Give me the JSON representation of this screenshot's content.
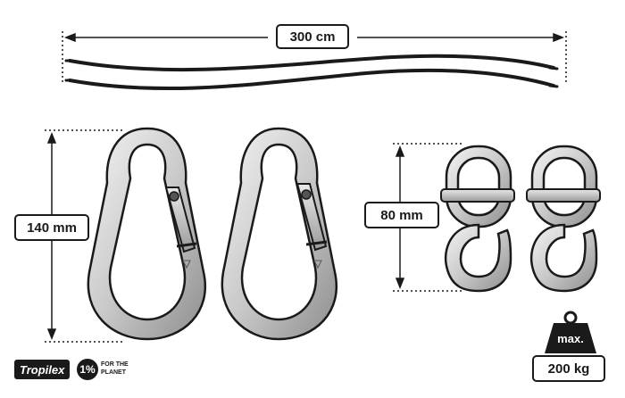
{
  "dimensions": {
    "length": "300 cm",
    "carabiner_height": "140 mm",
    "ring_height": "80 mm",
    "max_label": "max.",
    "max_load": "200 kg"
  },
  "branding": {
    "logo": "Tropilex",
    "partner_mark": "1%",
    "partner_text": "FOR THE PLANET"
  }
}
